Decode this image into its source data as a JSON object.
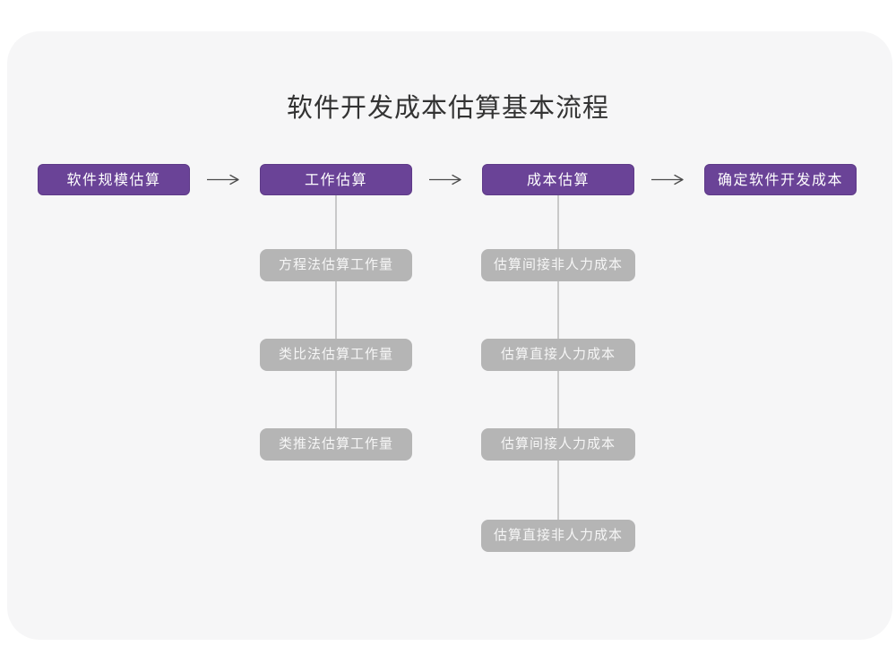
{
  "page": {
    "title": "软件开发成本估算基本流程"
  },
  "colors": {
    "accent_purple": "#6a4397",
    "sub_node_gray": "#b5b5b5",
    "card_background": "#f6f6f7",
    "connector_line": "#c9c9c9",
    "arrow": "#4a4a4a",
    "title_text": "#333333",
    "node_text": "#ffffff"
  },
  "flow": {
    "main_nodes": [
      {
        "label": "软件规模估算"
      },
      {
        "label": "工作估算"
      },
      {
        "label": "成本估算"
      },
      {
        "label": "确定软件开发成本"
      }
    ],
    "work_estimation_children": [
      {
        "label": "方程法估算工作量"
      },
      {
        "label": "类比法估算工作量"
      },
      {
        "label": "类推法估算工作量"
      }
    ],
    "cost_estimation_children": [
      {
        "label": "估算间接非人力成本"
      },
      {
        "label": "估算直接人力成本"
      },
      {
        "label": "估算间接人力成本"
      },
      {
        "label": "估算直接非人力成本"
      }
    ]
  }
}
